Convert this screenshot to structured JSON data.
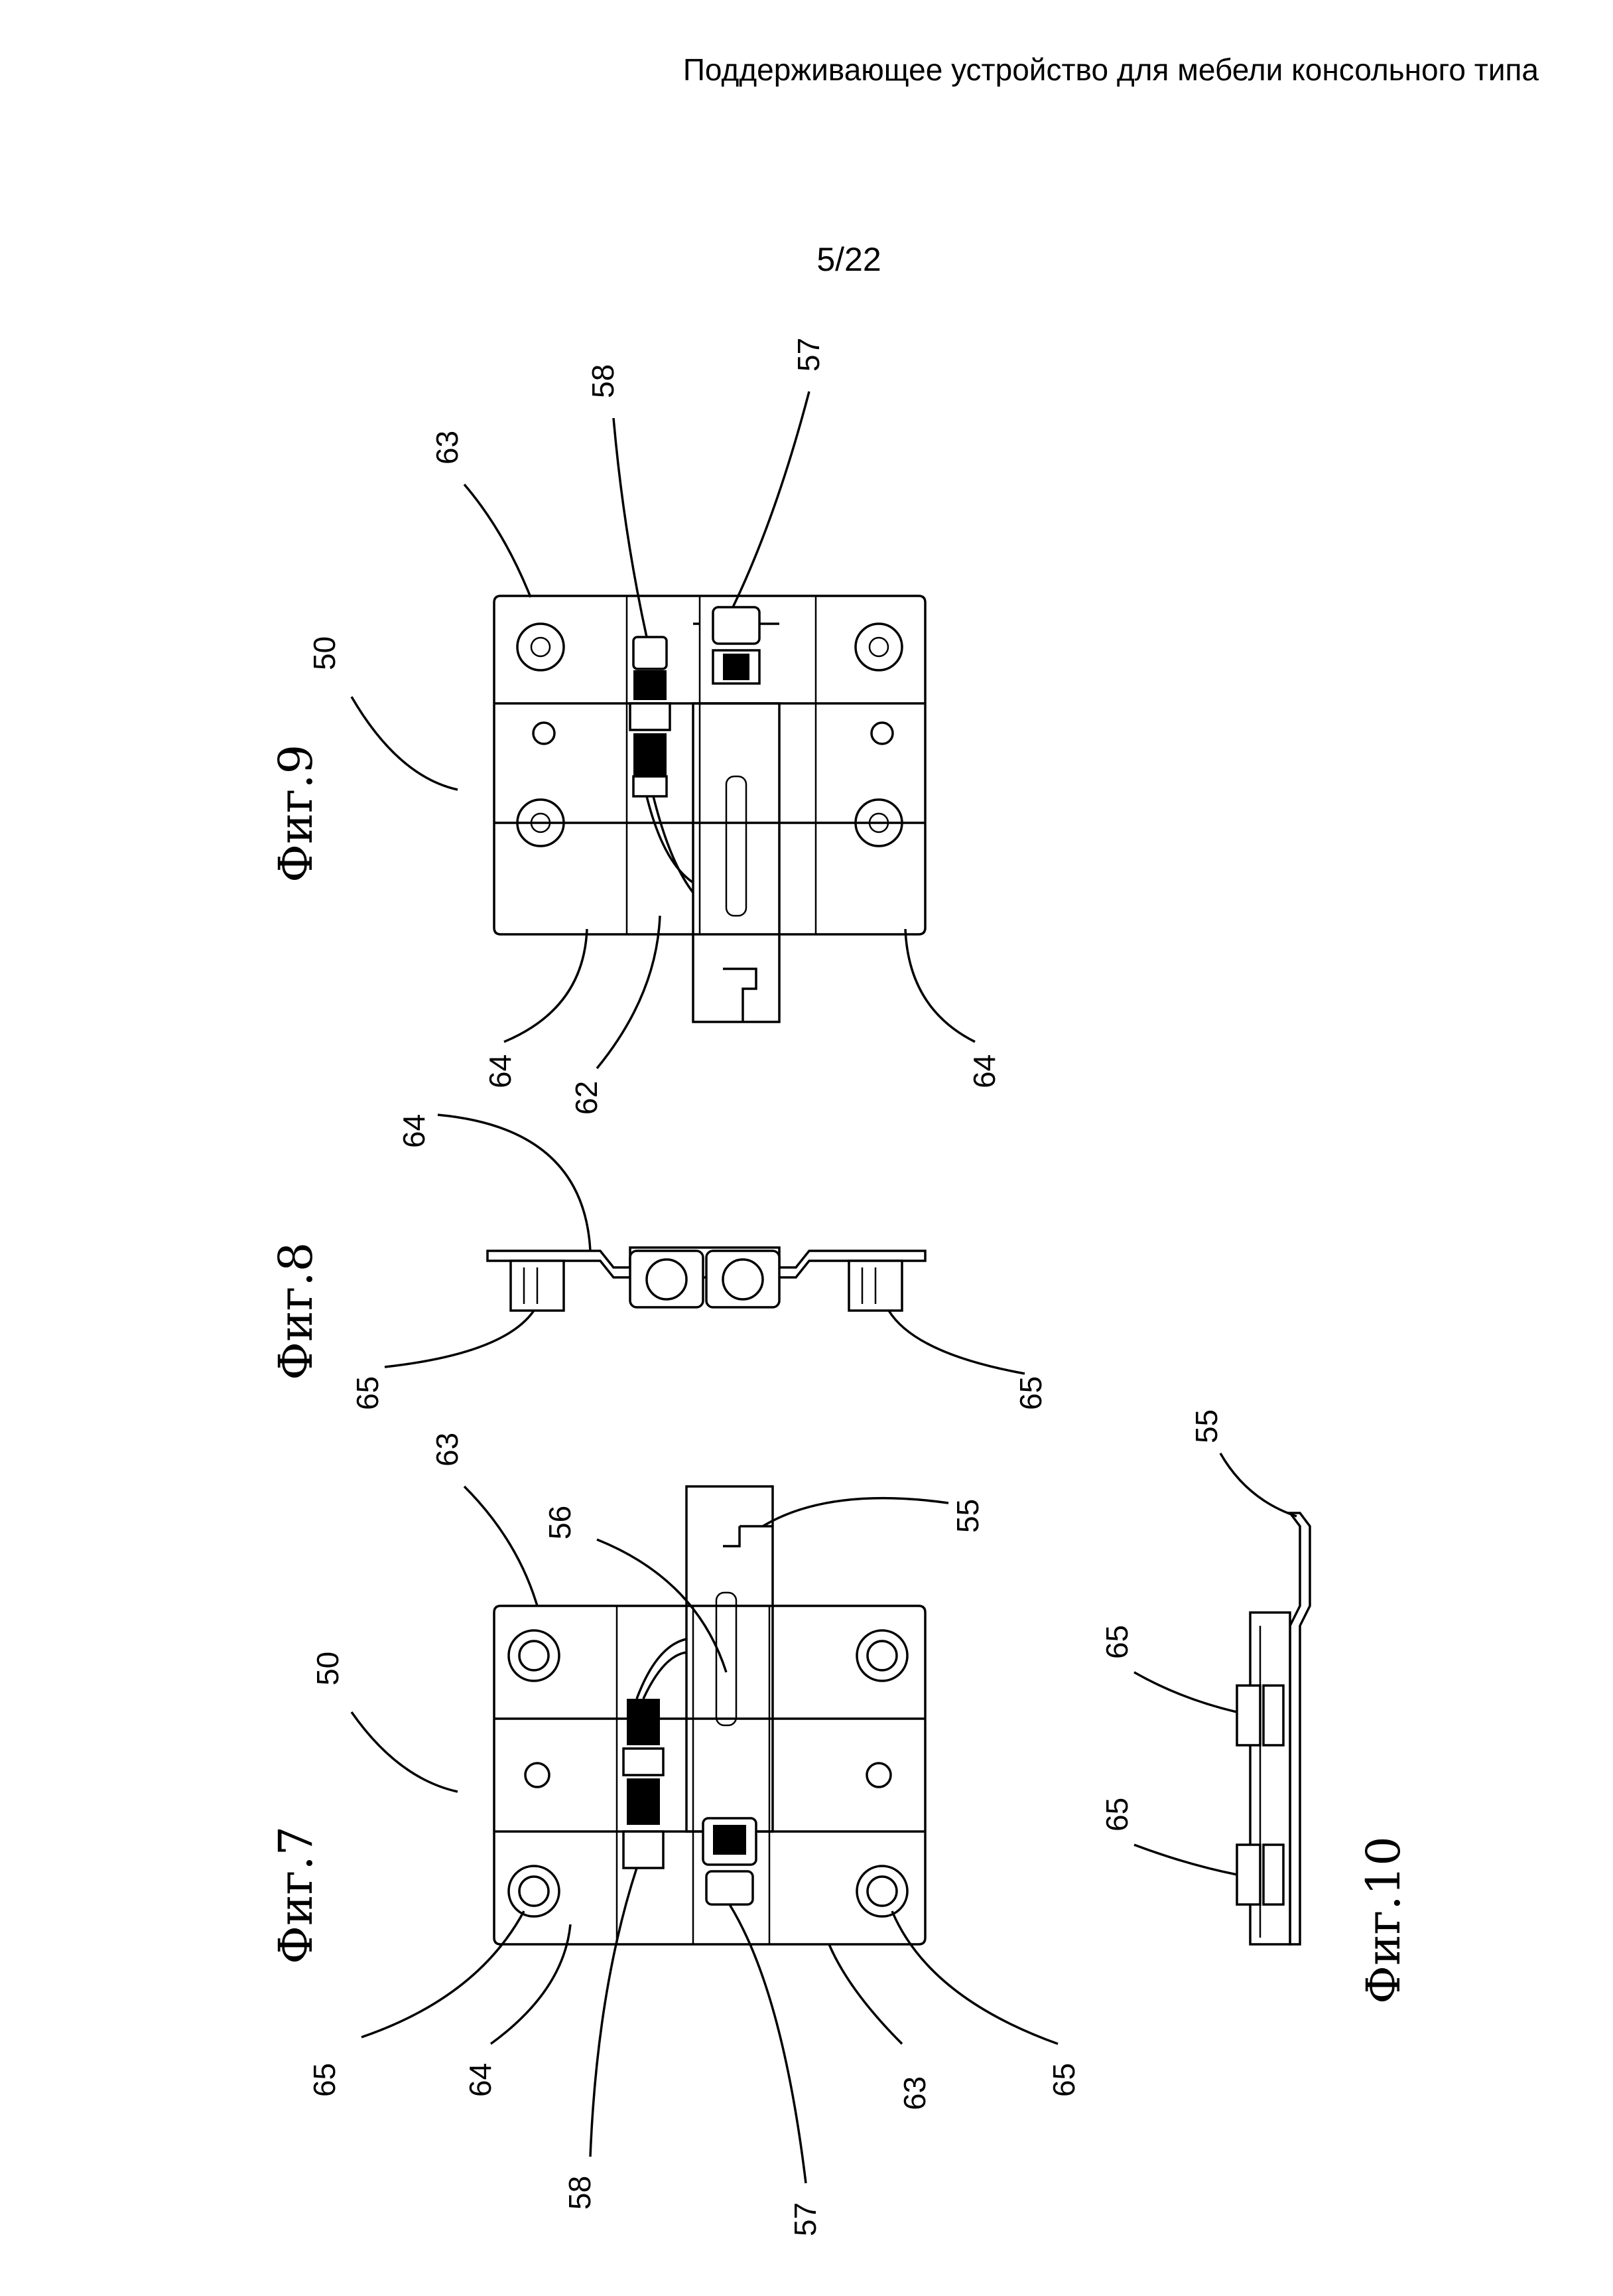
{
  "header": {
    "title": "Поддерживающее устройство для мебели консольного типа",
    "page_number": "5/22"
  },
  "figures": {
    "fig7": "Фиг.7",
    "fig8": "Фиг.8",
    "fig9": "Фиг.9",
    "fig10": "Фиг.10"
  },
  "labels": {
    "fig9": {
      "l50": "50",
      "l63": "63",
      "l58": "58",
      "l57": "57",
      "l64a": "64",
      "l62": "62",
      "l64b": "64"
    },
    "fig8": {
      "l64": "64",
      "l65a": "65",
      "l65b": "65"
    },
    "fig7": {
      "l63": "63",
      "l56": "56",
      "l55": "55",
      "l50": "50",
      "l65a": "65",
      "l64": "64",
      "l58": "58",
      "l57": "57",
      "l63b": "63",
      "l65b": "65"
    },
    "fig10": {
      "l55": "55",
      "l65a": "65",
      "l65b": "65"
    }
  }
}
